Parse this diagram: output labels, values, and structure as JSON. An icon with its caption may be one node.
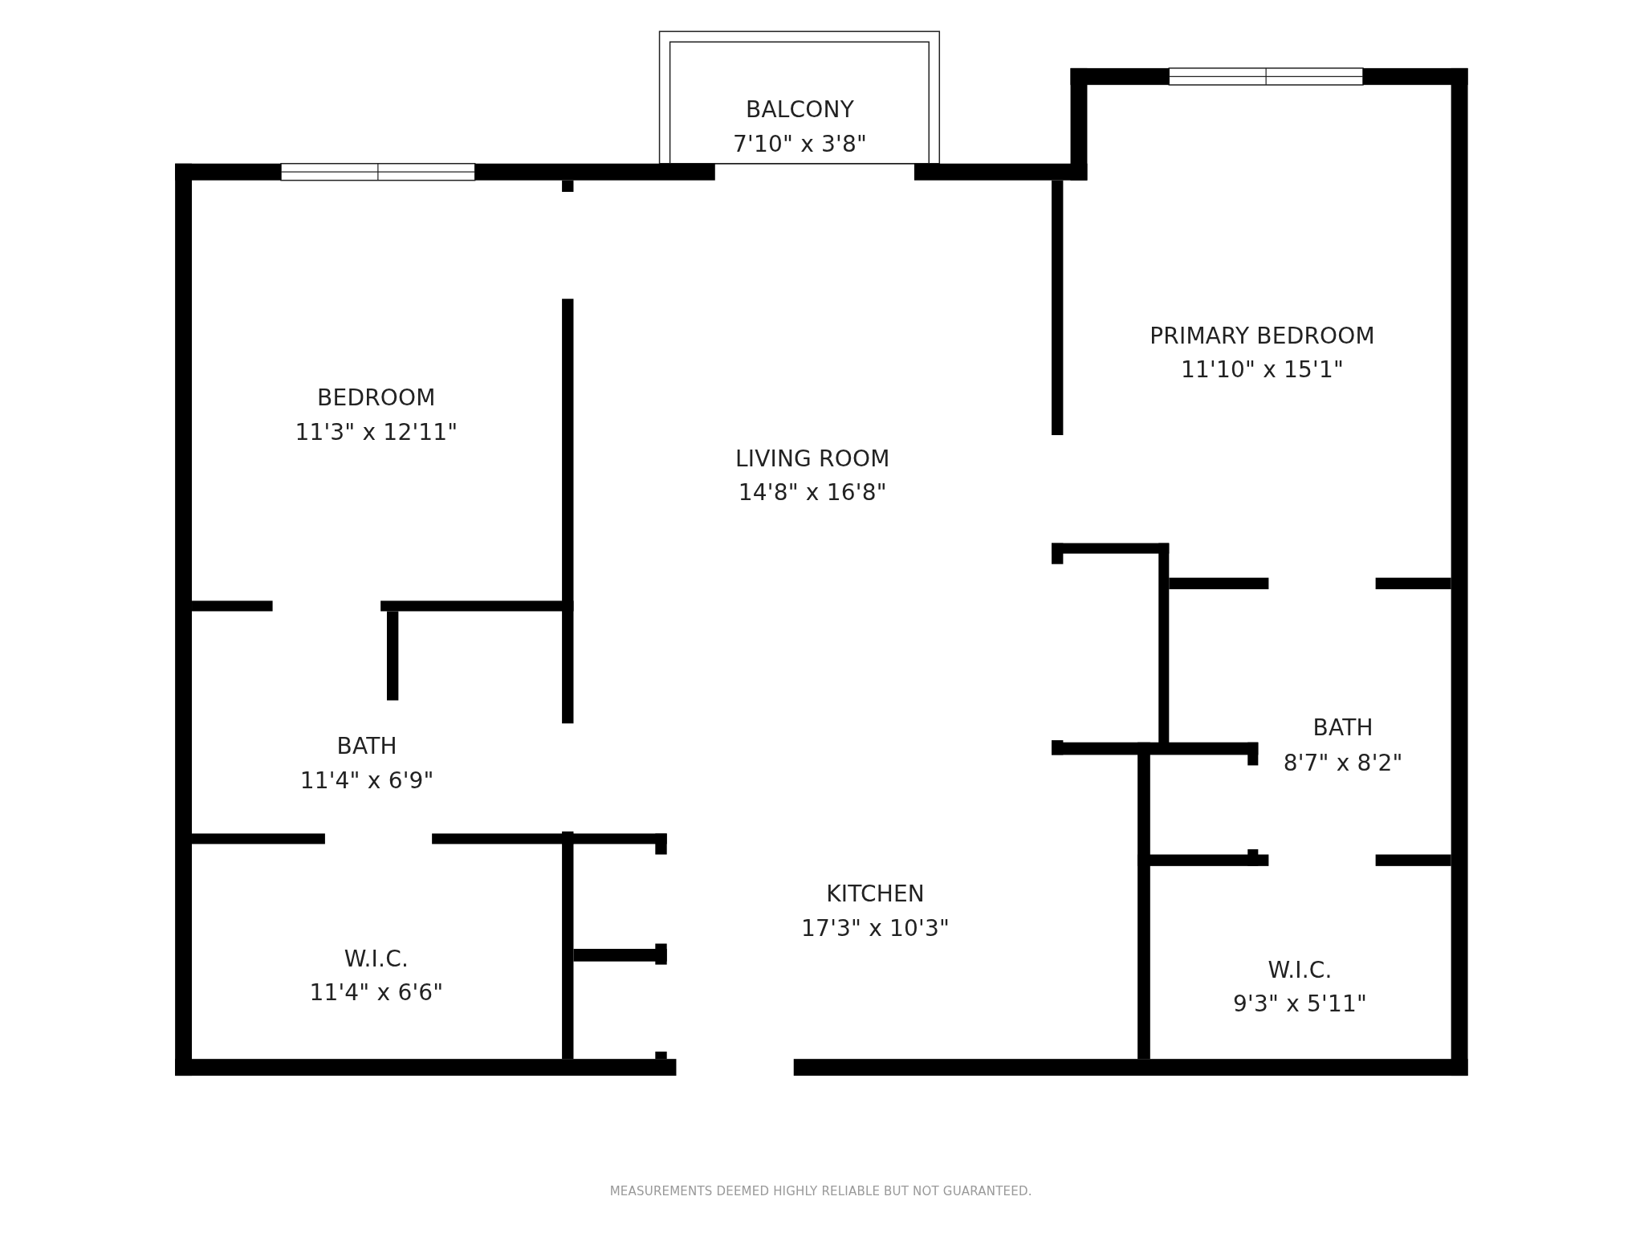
{
  "diagram": {
    "labels": [
      "BALCONY",
      "7'10\" x 3'8\"",
      "PRIMARY BEDROOM",
      "11'10\" x 15'1\"",
      "BEDROOM",
      "11'3\" x 12'11\"",
      "LIVING ROOM",
      "14'8\" x 16'8\"",
      "BATH",
      "8'7\" x 8'2\"",
      "BATH",
      "11'4\" x 6'9\"",
      "KITCHEN",
      "17'3\" x 10'3\"",
      "W.I.C.",
      "11'4\" x 6'6\"",
      "W.I.C.",
      "9'3\" x 5'11\"",
      "MEASUREMENTS DEEMED HIGHLY RELIABLE BUT NOT GUARANTEED."
    ]
  }
}
